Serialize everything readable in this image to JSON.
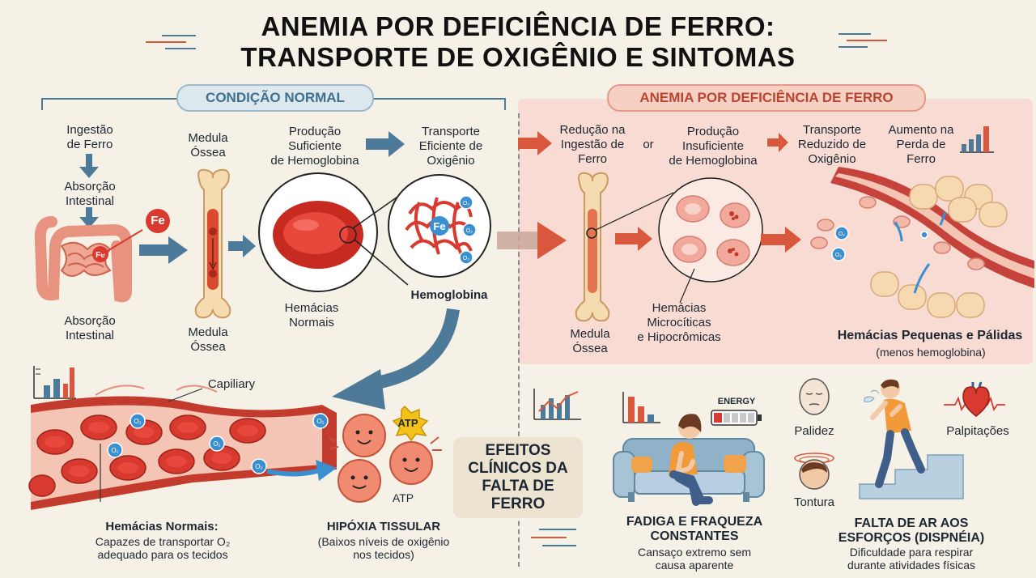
{
  "title": {
    "line1": "ANEMIA POR DEFICIÊNCIA DE FERRO:",
    "line2": "TRANSPORTE DE OXIGÊNIO E SINTOMAS"
  },
  "normal": {
    "header": "CONDIÇÃO NORMAL",
    "ingestao": [
      "Ingestão",
      "de Ferro"
    ],
    "absorcao_top": [
      "Absorção",
      "Intestinal"
    ],
    "absorcao_bottom": [
      "Absorção",
      "Intestinal"
    ],
    "fe": "Fe",
    "medula_top": [
      "Medula",
      "Óssea"
    ],
    "medula_bottom": [
      "Medula",
      "Óssea"
    ],
    "producao": [
      "Produção",
      "Suficiente",
      "de Hemoglobina"
    ],
    "transporte": [
      "Transporte",
      "Eficiente de",
      "Oxigênio"
    ],
    "hemacias": [
      "Hemácias",
      "Normais"
    ],
    "hemoglobina": "Hemoglobina",
    "o2": "O₂",
    "capillary": "Capiliary",
    "hemacias_normais_title": "Hemácias Normais:",
    "hemacias_normais_desc": [
      "Capazes de transportar O₂",
      "adequado para os tecidos"
    ],
    "atp": "ATP",
    "hipoxia_title": "HIPÓXIA TISSULAR",
    "hipoxia_desc": [
      "(Baixos níveis de oxigênio",
      "nos tecidos)"
    ]
  },
  "anemia": {
    "header": "ANEMIA POR DEFICIÊNCIA DE FERRO",
    "reducao": [
      "Redução na",
      "Ingestão de",
      "Ferro"
    ],
    "or": "or",
    "producao": [
      "Produção",
      "Insuficiente",
      "de Hemoglobina"
    ],
    "transporte": [
      "Transporte",
      "Reduzido de",
      "Oxigênio"
    ],
    "aumento": [
      "Aumento na",
      "Perda de",
      "Ferro"
    ],
    "medula": [
      "Medula",
      "Óssea"
    ],
    "hemacias": [
      "Hemácias",
      "Microcíticas",
      "e Hipocrômicas"
    ],
    "pequenas_title": "Hemácias Pequenas e Pálidas",
    "pequenas_desc": "(menos hemoglobina)"
  },
  "effects": {
    "box": [
      "EFEITOS",
      "CLÍNICOS DA",
      "FALTA DE",
      "FERRO"
    ],
    "energy": "ENERGY",
    "fadiga_title": [
      "FADIGA E FRAQUEZA",
      "CONSTANTES"
    ],
    "fadiga_desc": [
      "Cansaço extremo sem",
      "causa aparente"
    ],
    "palidez": "Palidez",
    "tontura": "Tontura",
    "palpitacoes": "Palpitações",
    "falta_title": [
      "FALTA DE AR AOS",
      "ESFORÇOS (DISPNÉIA)"
    ],
    "falta_desc": [
      "Dificuldade para respirar",
      "durante atividades físicas"
    ]
  },
  "colors": {
    "background": "#f6f1e6",
    "blood_red": "#d93a2f",
    "arrow_blue": "#4d7a99",
    "arrow_red": "#d9573c",
    "anemia_panel": "#f8dcd3",
    "o2_blue": "#3a8fd1"
  }
}
